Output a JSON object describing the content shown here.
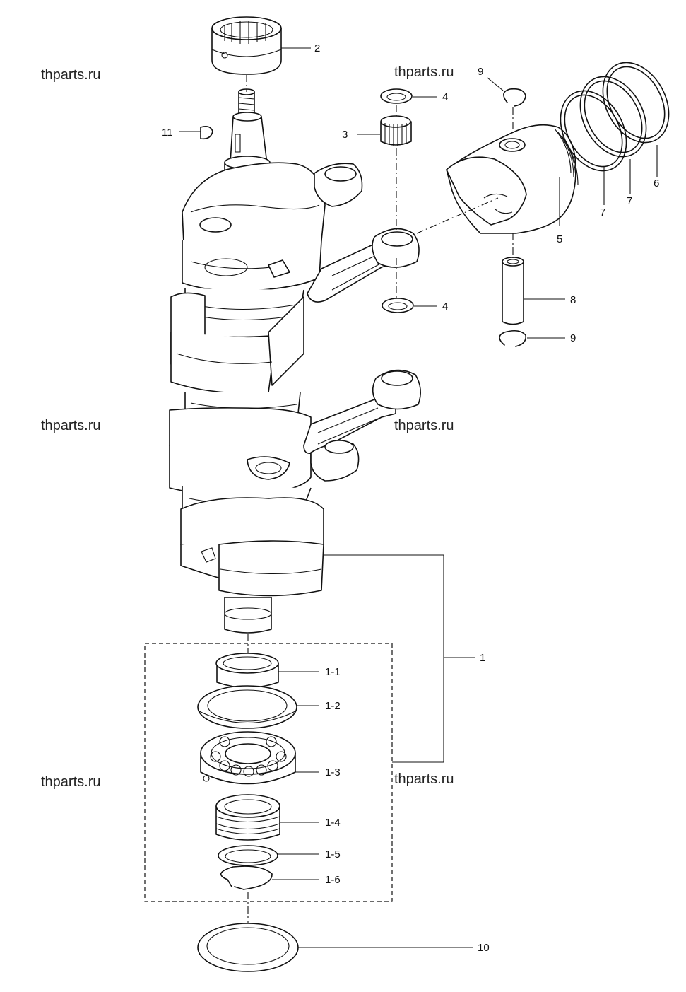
{
  "watermarks": [
    "thparts.ru",
    "thparts.ru",
    "thparts.ru",
    "thparts.ru",
    "thparts.ru",
    "thparts.ru"
  ],
  "callouts": {
    "c1": "1",
    "c1_1": "1-1",
    "c1_2": "1-2",
    "c1_3": "1-3",
    "c1_4": "1-4",
    "c1_5": "1-5",
    "c1_6": "1-6",
    "c2": "2",
    "c3": "3",
    "c4_top": "4",
    "c4_bottom": "4",
    "c5": "5",
    "c6": "6",
    "c7_a": "7",
    "c7_b": "7",
    "c8": "8",
    "c9_top": "9",
    "c9_bottom": "9",
    "c10": "10",
    "c11": "11"
  }
}
